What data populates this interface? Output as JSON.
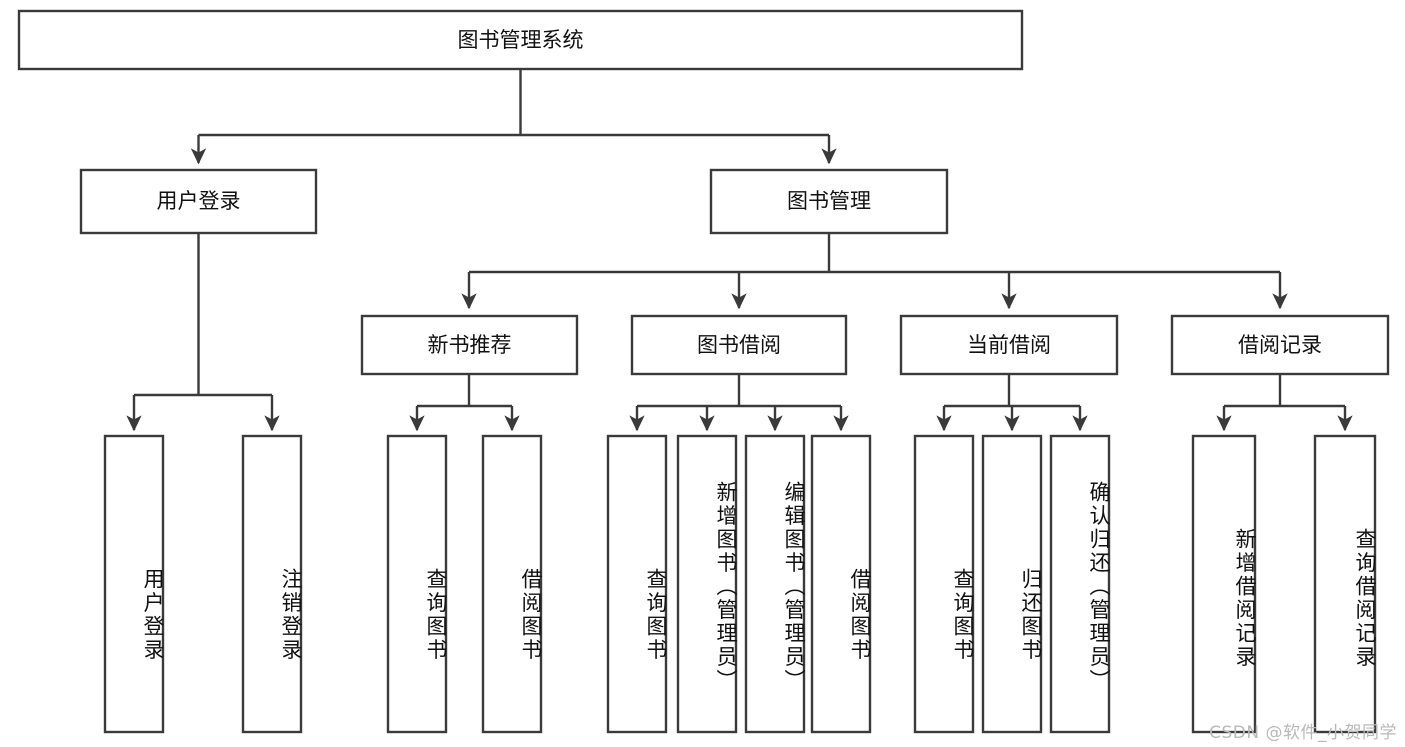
{
  "diagram": {
    "title": "图书管理系统",
    "type": "tree-hierarchy",
    "orientation": "top-down",
    "colors": {
      "box_border": "#3a3a3a",
      "box_fill": "#ffffff",
      "connector": "#3a3a3a",
      "text": "#111111",
      "background": "#ffffff",
      "watermark": "#b9b9b9"
    },
    "root": {
      "label": "图书管理系统"
    },
    "level2": [
      {
        "label": "用户登录"
      },
      {
        "label": "图书管理"
      }
    ],
    "level3": [
      {
        "label": "新书推荐"
      },
      {
        "label": "图书借阅"
      },
      {
        "label": "当前借阅"
      },
      {
        "label": "借阅记录"
      }
    ],
    "leaves": {
      "user_login": [
        {
          "label": "用户登录"
        },
        {
          "label": "注销登录"
        }
      ],
      "new_book_recommend": [
        {
          "label": "查询图书"
        },
        {
          "label": "借阅图书"
        }
      ],
      "book_borrow": [
        {
          "label": "查询图书"
        },
        {
          "label": "新增图书（管理员）"
        },
        {
          "label": "编辑图书（管理员）"
        },
        {
          "label": "借阅图书"
        }
      ],
      "current_borrow": [
        {
          "label": "查询图书"
        },
        {
          "label": "归还图书"
        },
        {
          "label": "确认归还（管理员）"
        }
      ],
      "borrow_record": [
        {
          "label": "新增借阅记录"
        },
        {
          "label": "查询借阅记录"
        }
      ]
    }
  },
  "watermark": {
    "text": "CSDN @软件_小贺同学"
  }
}
